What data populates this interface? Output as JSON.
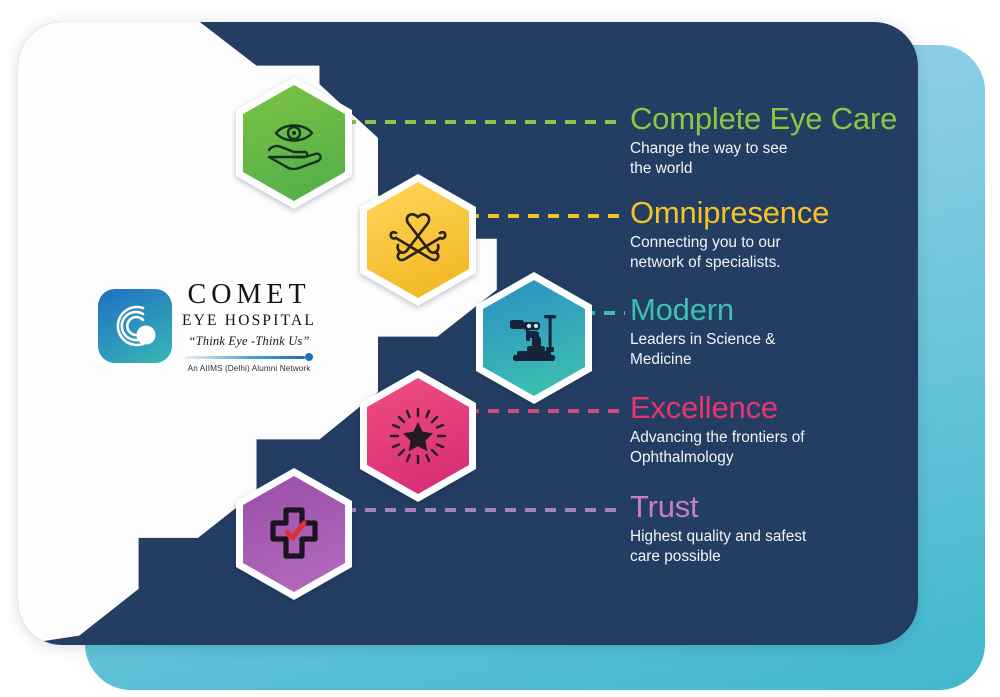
{
  "card": {
    "navy_bg": "#243d63",
    "white_bg": "#fdfdfd"
  },
  "backdrop": {
    "gradient_top": "#a9d6ef",
    "gradient_bottom": "#3fb8cc"
  },
  "logo": {
    "icon_name": "comet-logo-mark",
    "name": "COMET",
    "subtitle": "EYE HOSPITAL",
    "tagline": "“Think Eye -Think Us”",
    "network": "An AIIMS (Delhi) Alumni Network",
    "mark_gradient_from": "#1f6fc4",
    "mark_gradient_to": "#39b7b4"
  },
  "features": [
    {
      "id": "complete-eye-care",
      "title": "Complete Eye Care",
      "description": "Change the way to see\nthe world",
      "title_color": "#8dc640",
      "icon_name": "eye-in-hand-icon",
      "hex_from": "#7cc242",
      "hex_to": "#4fae4a",
      "dash_color": "#8dc640"
    },
    {
      "id": "omnipresence",
      "title": "Omnipresence",
      "description": "Connecting you to our\nnetwork of specialists.",
      "title_color": "#f5c325",
      "icon_name": "network-knot-icon",
      "hex_from": "#ffd65a",
      "hex_to": "#f0b41e",
      "dash_color": "#f5c325"
    },
    {
      "id": "modern",
      "title": "Modern",
      "description": "Leaders in Science &\nMedicine",
      "title_color": "#3ec0b0",
      "icon_name": "slit-lamp-icon",
      "hex_from": "#2b8fc4",
      "hex_to": "#3ec4ae",
      "dash_color": "#3ec0b0"
    },
    {
      "id": "excellence",
      "title": "Excellence",
      "description": "Advancing the frontiers of\nOphthalmology",
      "title_color": "#e8356d",
      "icon_name": "shining-star-icon",
      "hex_from": "#ef4e7f",
      "hex_to": "#d62a76",
      "dash_color": "#d8487f"
    },
    {
      "id": "trust",
      "title": "Trust",
      "description": "Highest quality and safest\ncare possible",
      "title_color": "#c77fc4",
      "icon_name": "medical-cross-check-icon",
      "hex_from": "#9b4fa8",
      "hex_to": "#b36bbd",
      "dash_color": "#a87fbf"
    }
  ]
}
